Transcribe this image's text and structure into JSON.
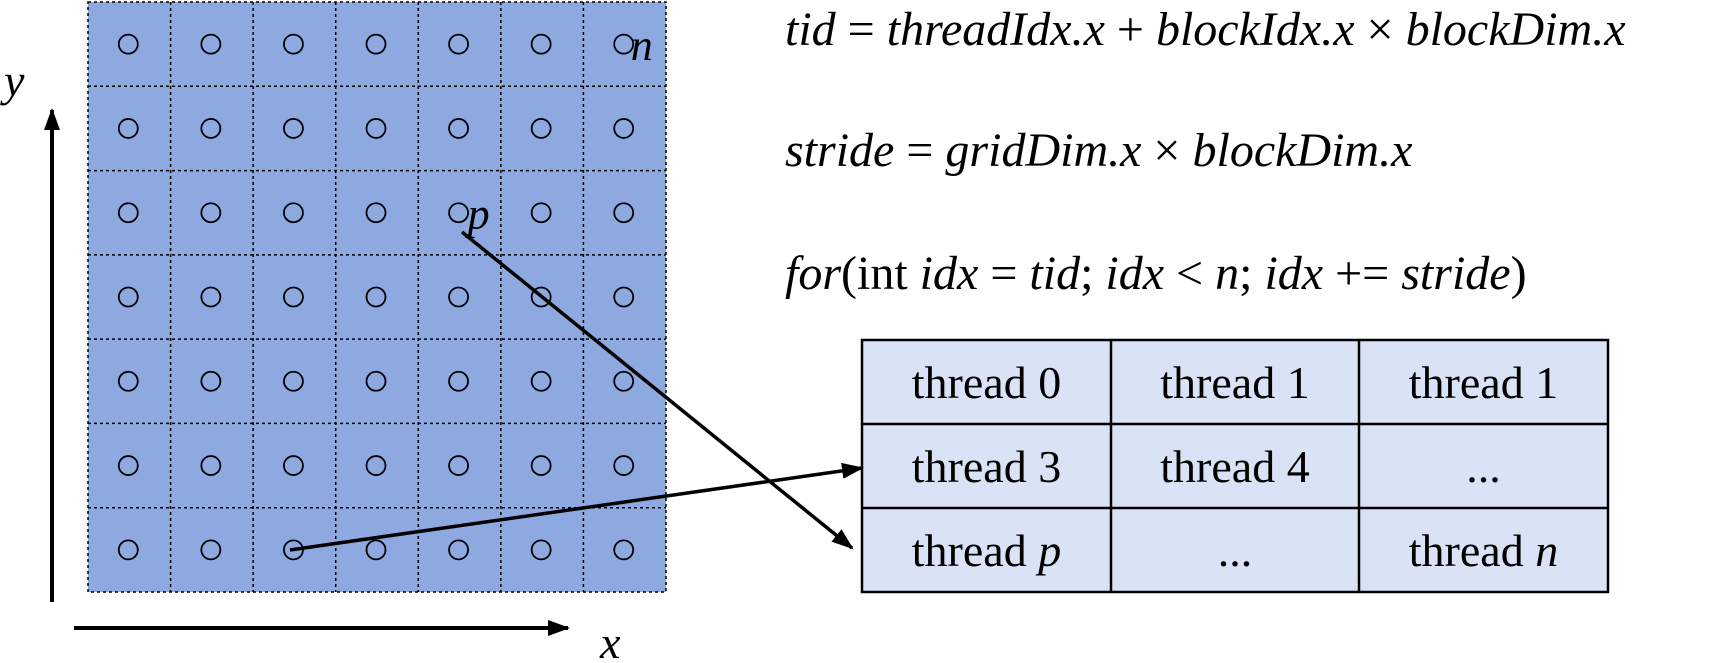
{
  "axes": {
    "x_label": "x",
    "y_label": "y"
  },
  "grid": {
    "rows": 7,
    "cols": 7,
    "cell_fill": "#8ea9e0",
    "marker_n": "n",
    "marker_p": "p"
  },
  "formulas": {
    "tid": {
      "lhs": "tid",
      "eq": " = ",
      "t1": "threadIdx.x",
      "plus": " + ",
      "t2": "blockIdx.x",
      "times": " × ",
      "t3": "blockDim.x"
    },
    "stride": {
      "lhs": "stride",
      "eq": " = ",
      "t1": "gridDim.x",
      "times": " × ",
      "t2": "blockDim.x"
    },
    "loop": {
      "kw": "for",
      "open": "(int ",
      "v1": "idx",
      "eq": " = ",
      "tid": "tid",
      "sep1": "; ",
      "v2": "idx",
      "lt": " < ",
      "n": "n",
      "sep2": "; ",
      "v3": "idx",
      "pe": " += ",
      "stride": "stride",
      "close": ")"
    }
  },
  "thread_table": {
    "fill": "#dae3f5",
    "rows": [
      [
        {
          "text": "thread 0",
          "ital": ""
        },
        {
          "text": "thread 1",
          "ital": ""
        },
        {
          "text": "thread 1",
          "ital": ""
        }
      ],
      [
        {
          "text": "thread 3",
          "ital": ""
        },
        {
          "text": "thread 4",
          "ital": ""
        },
        {
          "text": "...",
          "ital": ""
        }
      ],
      [
        {
          "text": "thread ",
          "ital": "p"
        },
        {
          "text": "...",
          "ital": ""
        },
        {
          "text": "thread ",
          "ital": "n"
        }
      ]
    ]
  }
}
